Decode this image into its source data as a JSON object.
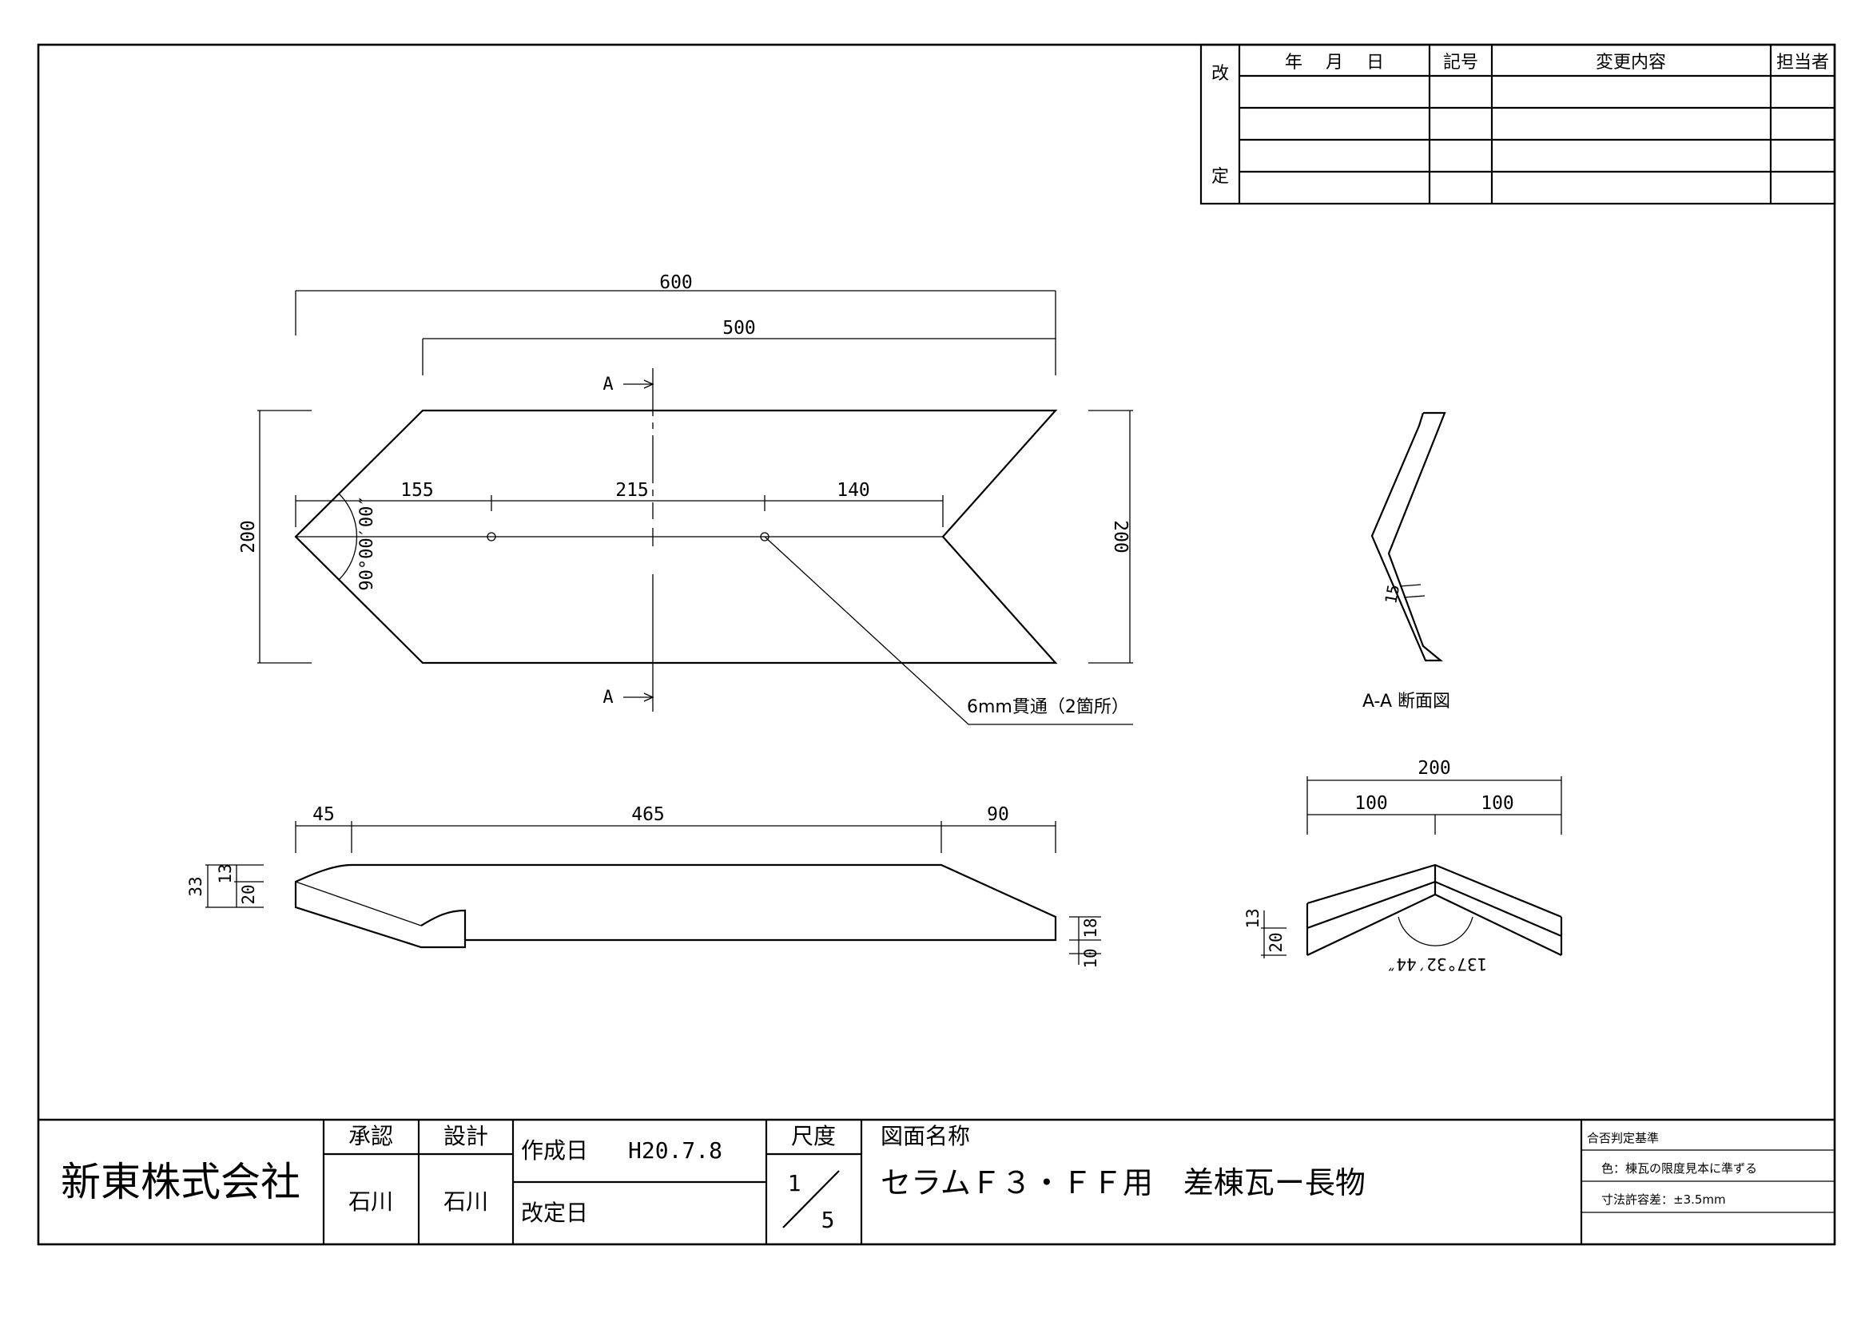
{
  "revision_table": {
    "rev_label_top": "改",
    "rev_label_bottom": "定",
    "col_date": "年　 月　 日",
    "col_mark": "記号",
    "col_content": "変更内容",
    "col_person": "担当者"
  },
  "plan_view": {
    "dim_overall": "600",
    "dim_body": "500",
    "dim_height_left": "200",
    "dim_height_right": "200",
    "dim_hole1": "155",
    "dim_hole2": "215",
    "dim_hole3": "140",
    "angle": "90°00′00″",
    "section_mark_top": "A",
    "section_mark_bottom": "A",
    "hole_note": "6mm貫通（2箇所）"
  },
  "side_view": {
    "dim_left": "45",
    "dim_mid": "465",
    "dim_right": "90",
    "dim_total_h": "33",
    "dim_top_h": "13",
    "dim_low_h": "20",
    "dim_end_top": "18",
    "dim_end_bottom": "10"
  },
  "section_view": {
    "thickness": "15",
    "caption": "A-A 断面図"
  },
  "end_view": {
    "dim_total": "200",
    "dim_left": "100",
    "dim_right": "100",
    "dim_top": "13",
    "dim_bottom": "20",
    "angle": "137°32′44″"
  },
  "title_block": {
    "company": "新東株式会社",
    "approve_label": "承認",
    "design_label": "設計",
    "approve_name": "石川",
    "design_name": "石川",
    "created_label": "作成日",
    "created_date": "H20.7.8",
    "revised_label": "改定日",
    "scale_label": "尺度",
    "scale_num": "1",
    "scale_den": "5",
    "drawing_name_label": "図面名称",
    "drawing_name": "セラムＦ３・ＦＦ用　差棟瓦ー長物",
    "criteria_label": "合否判定基準",
    "criteria_color": "色：棟瓦の限度見本に準ずる",
    "criteria_tolerance": "寸法許容差：±3.5mm"
  }
}
